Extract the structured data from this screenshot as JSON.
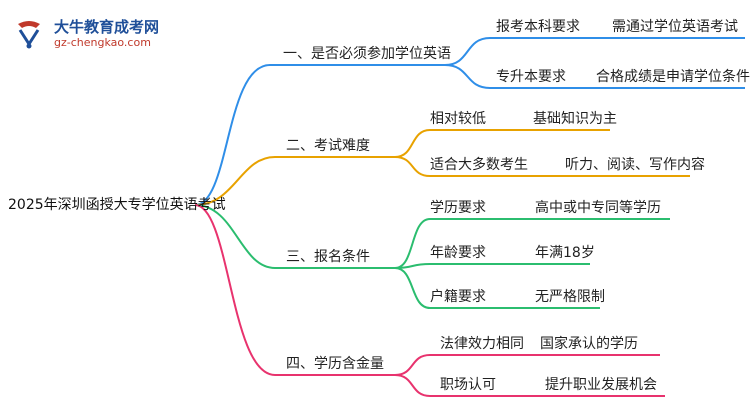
{
  "logo": {
    "name": "大牛教育成考网",
    "url": "gz-chengkao.com"
  },
  "root": "2025年深圳函授大专学位英语考试",
  "branches": [
    {
      "label": "一、是否必须参加学位英语",
      "color": "#2f8ee8",
      "children": [
        {
          "label": "报考本科要求",
          "detail": "需通过学位英语考试"
        },
        {
          "label": "专升本要求",
          "detail": "合格成绩是申请学位条件"
        }
      ]
    },
    {
      "label": "二、考试难度",
      "color": "#e8a200",
      "children": [
        {
          "label": "相对较低",
          "detail": "基础知识为主"
        },
        {
          "label": "适合大多数考生",
          "detail": "听力、阅读、写作内容"
        }
      ]
    },
    {
      "label": "三、报名条件",
      "color": "#2bbd6f",
      "children": [
        {
          "label": "学历要求",
          "detail": "高中或中专同等学历"
        },
        {
          "label": "年龄要求",
          "detail": "年满18岁"
        },
        {
          "label": "户籍要求",
          "detail": "无严格限制"
        }
      ]
    },
    {
      "label": "四、学历含金量",
      "color": "#e8336e",
      "children": [
        {
          "label": "法律效力相同",
          "detail": "国家承认的学历"
        },
        {
          "label": "职场认可",
          "detail": "提升职业发展机会"
        }
      ]
    }
  ]
}
